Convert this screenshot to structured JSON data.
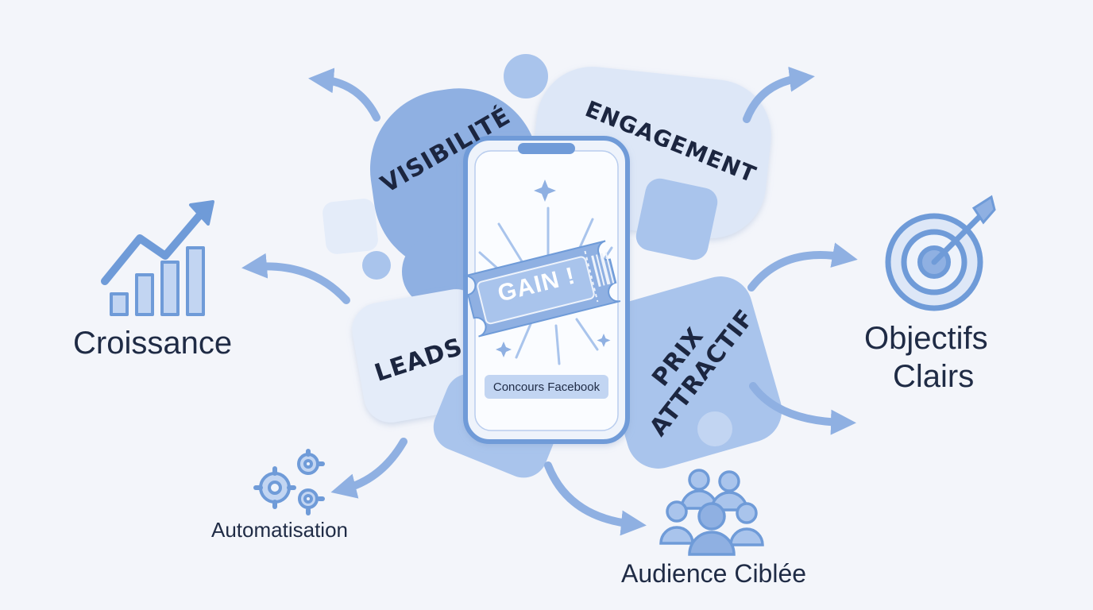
{
  "center": {
    "ticket_label": "GAIN !",
    "button_label": "Concours Facebook"
  },
  "blobs": {
    "visibilite": "Visibilité",
    "engagement": "Engagement",
    "leads": "Leads",
    "prix_line1": "Prix",
    "prix_line2": "Attractif"
  },
  "outcomes": {
    "croissance": "Croissance",
    "objectifs_line1": "Objectifs",
    "objectifs_line2": "Clairs",
    "automatisation": "Automatisation",
    "audience": "Audience Ciblée"
  },
  "colors": {
    "background": "#f3f5fa",
    "primary_blue": "#6f9bd8",
    "light_blue": "#a9c4ec",
    "pale_blue": "#dde7f7",
    "text_dark": "#1f2b45"
  }
}
